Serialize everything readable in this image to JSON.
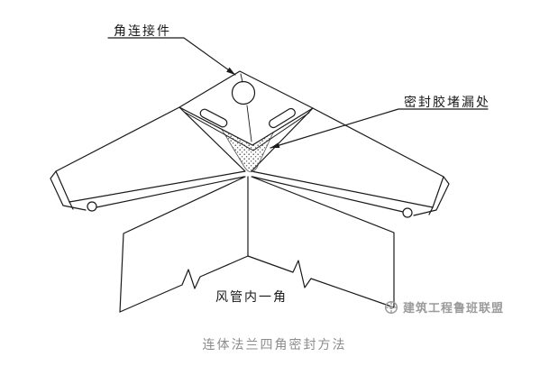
{
  "diagram": {
    "callout_corner_connector": "角连接件",
    "callout_sealant": "密封胶堵漏处",
    "label_duct_corner": "风管内一角",
    "caption": "连体法兰四角密封方法",
    "watermark": "建筑工程鲁班联盟",
    "colors": {
      "line": "#1a1a1a",
      "caption_text": "#8c8c8c",
      "watermark_text": "#9b9b9b",
      "background": "#ffffff",
      "sealant_dots": "#555555"
    }
  }
}
